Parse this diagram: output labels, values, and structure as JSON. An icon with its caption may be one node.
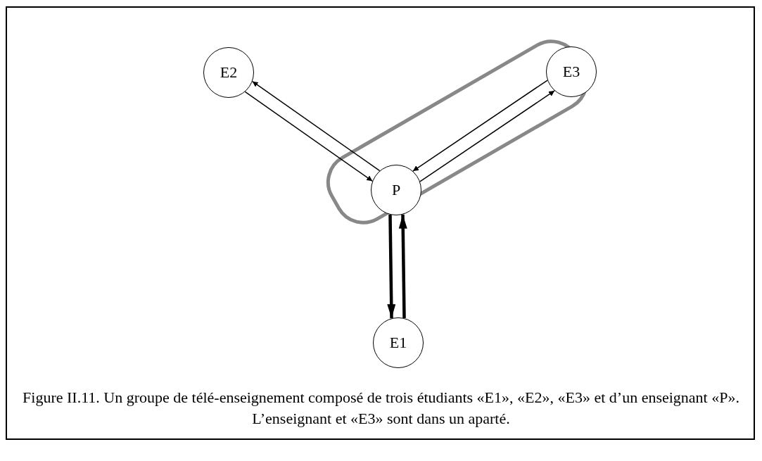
{
  "diagram": {
    "caption": "Figure II.11. Un groupe de télé-enseignement composé de trois étudiants «E1», «E2», «E3» et d’un enseignant «P». L’enseignant et «E3» sont dans un aparté.",
    "nodes": [
      {
        "text": [
          "E2"
        ]
      },
      {
        "text": [],
        "shape": "band"
      },
      {
        "text": [
          "E3"
        ],
        "in": 1
      },
      {
        "text": [
          "P"
        ],
        "in": 1
      },
      {
        "text": [
          "E1"
        ]
      }
    ],
    "edges": [
      {
        "from": 0,
        "to": 3,
        "arrow": "to"
      },
      {
        "from": 3,
        "to": 0,
        "arrow": "to"
      },
      {
        "from": 3,
        "to": 2,
        "arrow": "to"
      },
      {
        "from": 2,
        "to": 3,
        "arrow": "to"
      },
      {
        "from": 3,
        "to": 4,
        "arrow": "to",
        "style": "thick"
      },
      {
        "from": 4,
        "to": 3,
        "arrow": "to",
        "style": "thick"
      }
    ]
  }
}
